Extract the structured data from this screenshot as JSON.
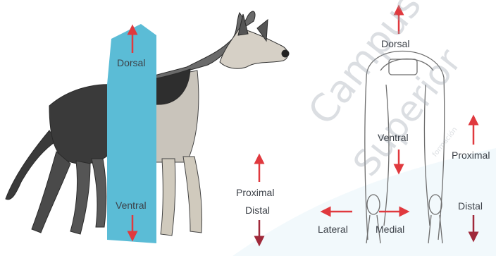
{
  "labels": {
    "dorsal_plane": "Dorsal",
    "ventral_plane": "Ventral",
    "proximal_dog": "Proximal",
    "distal_dog": "Distal",
    "dorsal_skeleton": "Dorsal",
    "ventral_skeleton": "Ventral",
    "proximal_right": "Proximal",
    "distal_right": "Distal",
    "lateral": "Lateral",
    "medial": "Medial"
  },
  "watermark": {
    "line1": "Campus",
    "line2": "Superior",
    "small": "formación"
  },
  "colors": {
    "arrow": "#e0393e",
    "plane": "#5bbcd6",
    "distal_arrow": "#a0293a",
    "text": "#3c4148",
    "sketch": "#2e2e2e"
  },
  "icons": [
    "dog-illustration",
    "plane-band",
    "skeleton-illustration",
    "arrow-up-icon",
    "arrow-down-icon",
    "arrow-left-icon",
    "arrow-right-icon"
  ]
}
